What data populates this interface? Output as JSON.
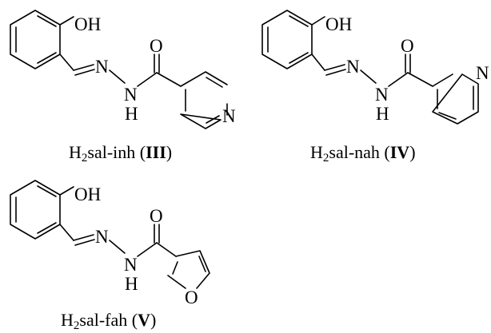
{
  "atoms": {
    "oh": "OH",
    "n": "N",
    "h": "H",
    "o": "O"
  },
  "compounds": [
    {
      "id": "III",
      "label_prefix": "H",
      "label_sub": "2",
      "label_name": "sal-inh (",
      "label_bold": "III",
      "label_close": ")"
    },
    {
      "id": "IV",
      "label_prefix": "H",
      "label_sub": "2",
      "label_name": "sal-nah (",
      "label_bold": "IV",
      "label_close": ")"
    },
    {
      "id": "V",
      "label_prefix": "H",
      "label_sub": "2",
      "label_name": "sal-fah (",
      "label_bold": "V",
      "label_close": ")"
    }
  ]
}
